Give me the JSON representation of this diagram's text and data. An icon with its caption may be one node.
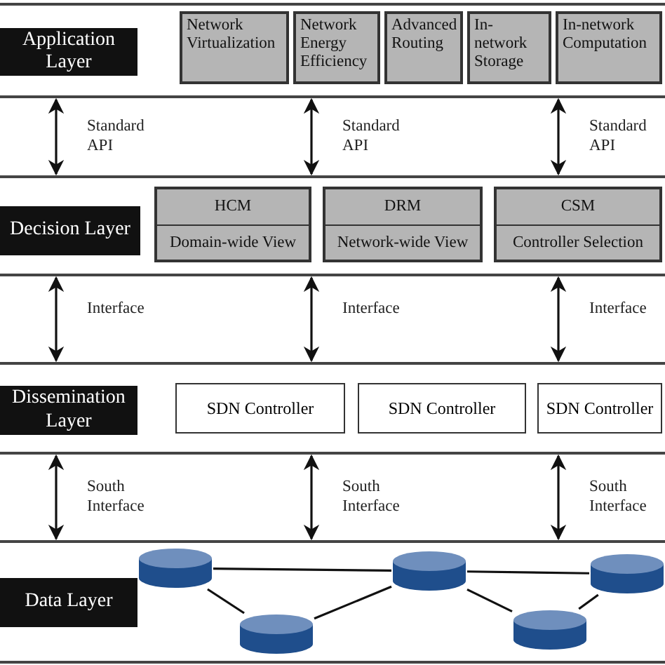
{
  "diagram": {
    "nodes": [
      {
        "text": [],
        "shape": "box"
      },
      {
        "text": [
          "Application Layer"
        ],
        "in": 0
      },
      {
        "text": [
          "Network Virtualization"
        ],
        "in": 0
      },
      {
        "text": [
          "Network Energy Efficiency"
        ],
        "in": 0
      },
      {
        "text": [
          "Advanced Routing"
        ],
        "in": 0
      },
      {
        "text": [
          "In-network Storage"
        ],
        "in": 0
      },
      {
        "text": [
          "In-network Computation"
        ],
        "in": 0
      },
      {
        "text": [],
        "shape": "box"
      },
      {
        "text": [
          "Decision Layer"
        ],
        "in": 7
      },
      {
        "text": [
          "HCM",
          "Domain-wide View"
        ],
        "in": 7
      },
      {
        "text": [
          "DRM",
          "Network-wide View"
        ],
        "in": 7
      },
      {
        "text": [
          "CSM",
          "Controller Selection"
        ],
        "in": 7
      },
      {
        "text": [],
        "shape": "box"
      },
      {
        "text": [
          "Dissemination Layer"
        ],
        "in": 12
      },
      {
        "text": [
          "SDN Controller"
        ],
        "in": 12
      },
      {
        "text": [
          "SDN Controller"
        ],
        "in": 12
      },
      {
        "text": [
          "SDN Controller"
        ],
        "in": 12
      },
      {
        "text": [],
        "shape": "box"
      },
      {
        "text": [
          "Data Layer"
        ],
        "in": 17
      },
      {
        "text": [],
        "shape": "cylinder",
        "in": 17
      },
      {
        "text": [],
        "shape": "cylinder",
        "in": 17
      },
      {
        "text": [],
        "shape": "cylinder",
        "in": 17
      },
      {
        "text": [],
        "shape": "cylinder",
        "in": 17
      },
      {
        "text": [],
        "shape": "cylinder",
        "in": 17
      }
    ],
    "edges": [
      {
        "from": 0,
        "to": 7,
        "arrow": "both",
        "label": "Standard API"
      },
      {
        "from": 0,
        "to": 7,
        "arrow": "both",
        "label": "Standard API"
      },
      {
        "from": 0,
        "to": 7,
        "arrow": "both",
        "label": "Standard API"
      },
      {
        "from": 7,
        "to": 12,
        "arrow": "both",
        "label": "Interface"
      },
      {
        "from": 7,
        "to": 12,
        "arrow": "both",
        "label": "Interface"
      },
      {
        "from": 7,
        "to": 12,
        "arrow": "both",
        "label": "Interface"
      },
      {
        "from": 12,
        "to": 17,
        "arrow": "both",
        "label": "South Interface"
      },
      {
        "from": 12,
        "to": 17,
        "arrow": "both",
        "label": "South Interface"
      },
      {
        "from": 12,
        "to": 17,
        "arrow": "both",
        "label": "South Interface"
      },
      {
        "from": 19,
        "to": 21,
        "arrow": "none"
      },
      {
        "from": 19,
        "to": 20,
        "arrow": "none"
      },
      {
        "from": 20,
        "to": 21,
        "arrow": "none"
      },
      {
        "from": 21,
        "to": 22,
        "arrow": "none"
      },
      {
        "from": 21,
        "to": 23,
        "arrow": "none"
      },
      {
        "from": 22,
        "to": 23,
        "arrow": "none"
      }
    ]
  }
}
